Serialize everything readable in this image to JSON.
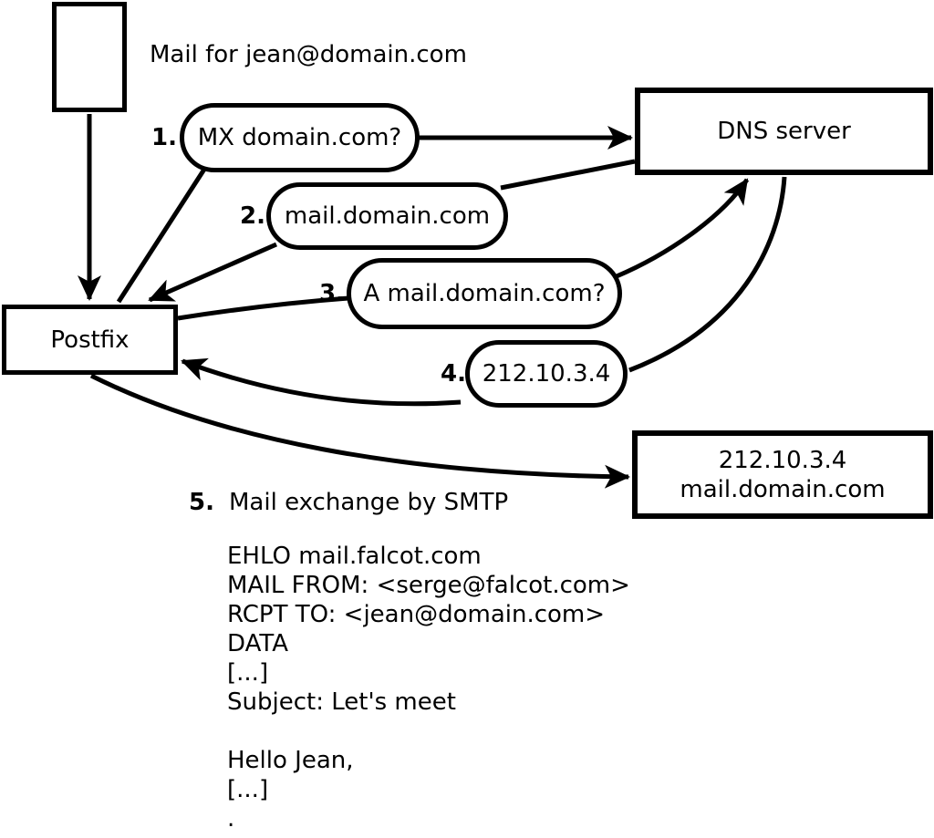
{
  "diagram": {
    "title": "Mail for jean@domain.com",
    "nodes": {
      "postfix": {
        "label": "Postfix"
      },
      "dns_server": {
        "label": "DNS server"
      },
      "mail_server": {
        "line1": "212.10.3.4",
        "line2": "mail.domain.com"
      }
    },
    "steps": [
      {
        "num": "1.",
        "label": "MX domain.com?"
      },
      {
        "num": "2.",
        "label": "mail.domain.com"
      },
      {
        "num": "3.",
        "label": "A mail.domain.com?"
      },
      {
        "num": "4.",
        "label": "212.10.3.4"
      },
      {
        "num": "5.",
        "label": "Mail exchange by SMTP"
      }
    ],
    "smtp_session": [
      "EHLO mail.falcot.com",
      "MAIL FROM: <serge@falcot.com>",
      "RCPT TO: <jean@domain.com>",
      "DATA",
      "[...]",
      "Subject: Let's meet",
      "",
      "Hello Jean,",
      "[...]",
      "."
    ],
    "colors": {
      "stroke": "#000000",
      "background": "#ffffff"
    }
  }
}
